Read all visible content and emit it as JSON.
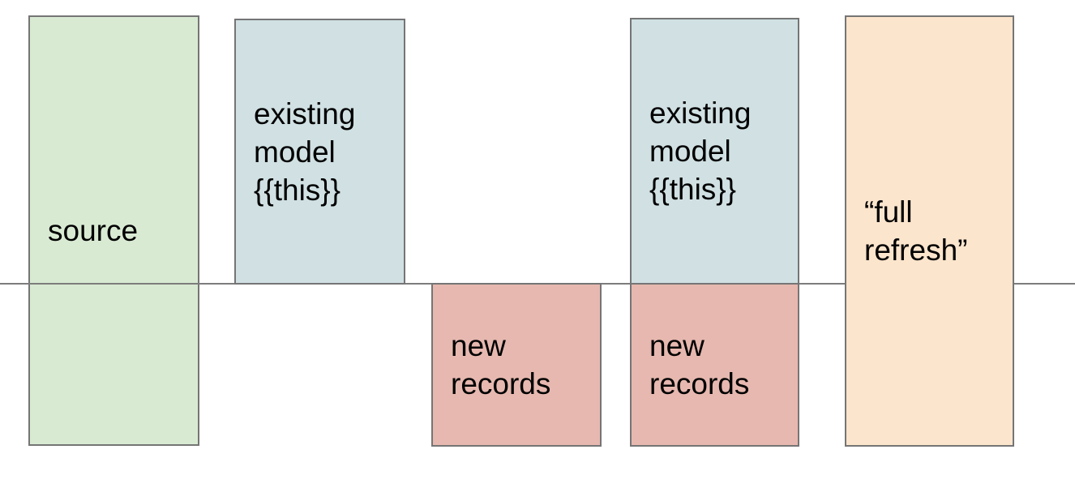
{
  "divider_line": {
    "color": "#7d7d7d"
  },
  "boxes": [
    {
      "id": "source",
      "label": "source",
      "fill": "#d9ead3",
      "border": "#757575"
    },
    {
      "id": "existing-model-1",
      "label": "existing model {{this}}",
      "fill": "#d0e0e3",
      "border": "#757575"
    },
    {
      "id": "new-records-1",
      "label": "new records",
      "fill": "#e6b8af",
      "border": "#757575"
    },
    {
      "id": "existing-model-2",
      "label": "existing model {{this}}",
      "fill": "#d0e0e3",
      "border": "#757575"
    },
    {
      "id": "new-records-2",
      "label": "new records",
      "fill": "#e6b8af",
      "border": "#757575"
    },
    {
      "id": "full-refresh",
      "label": "“full refresh”",
      "fill": "#fce5cd",
      "border": "#757575"
    }
  ]
}
